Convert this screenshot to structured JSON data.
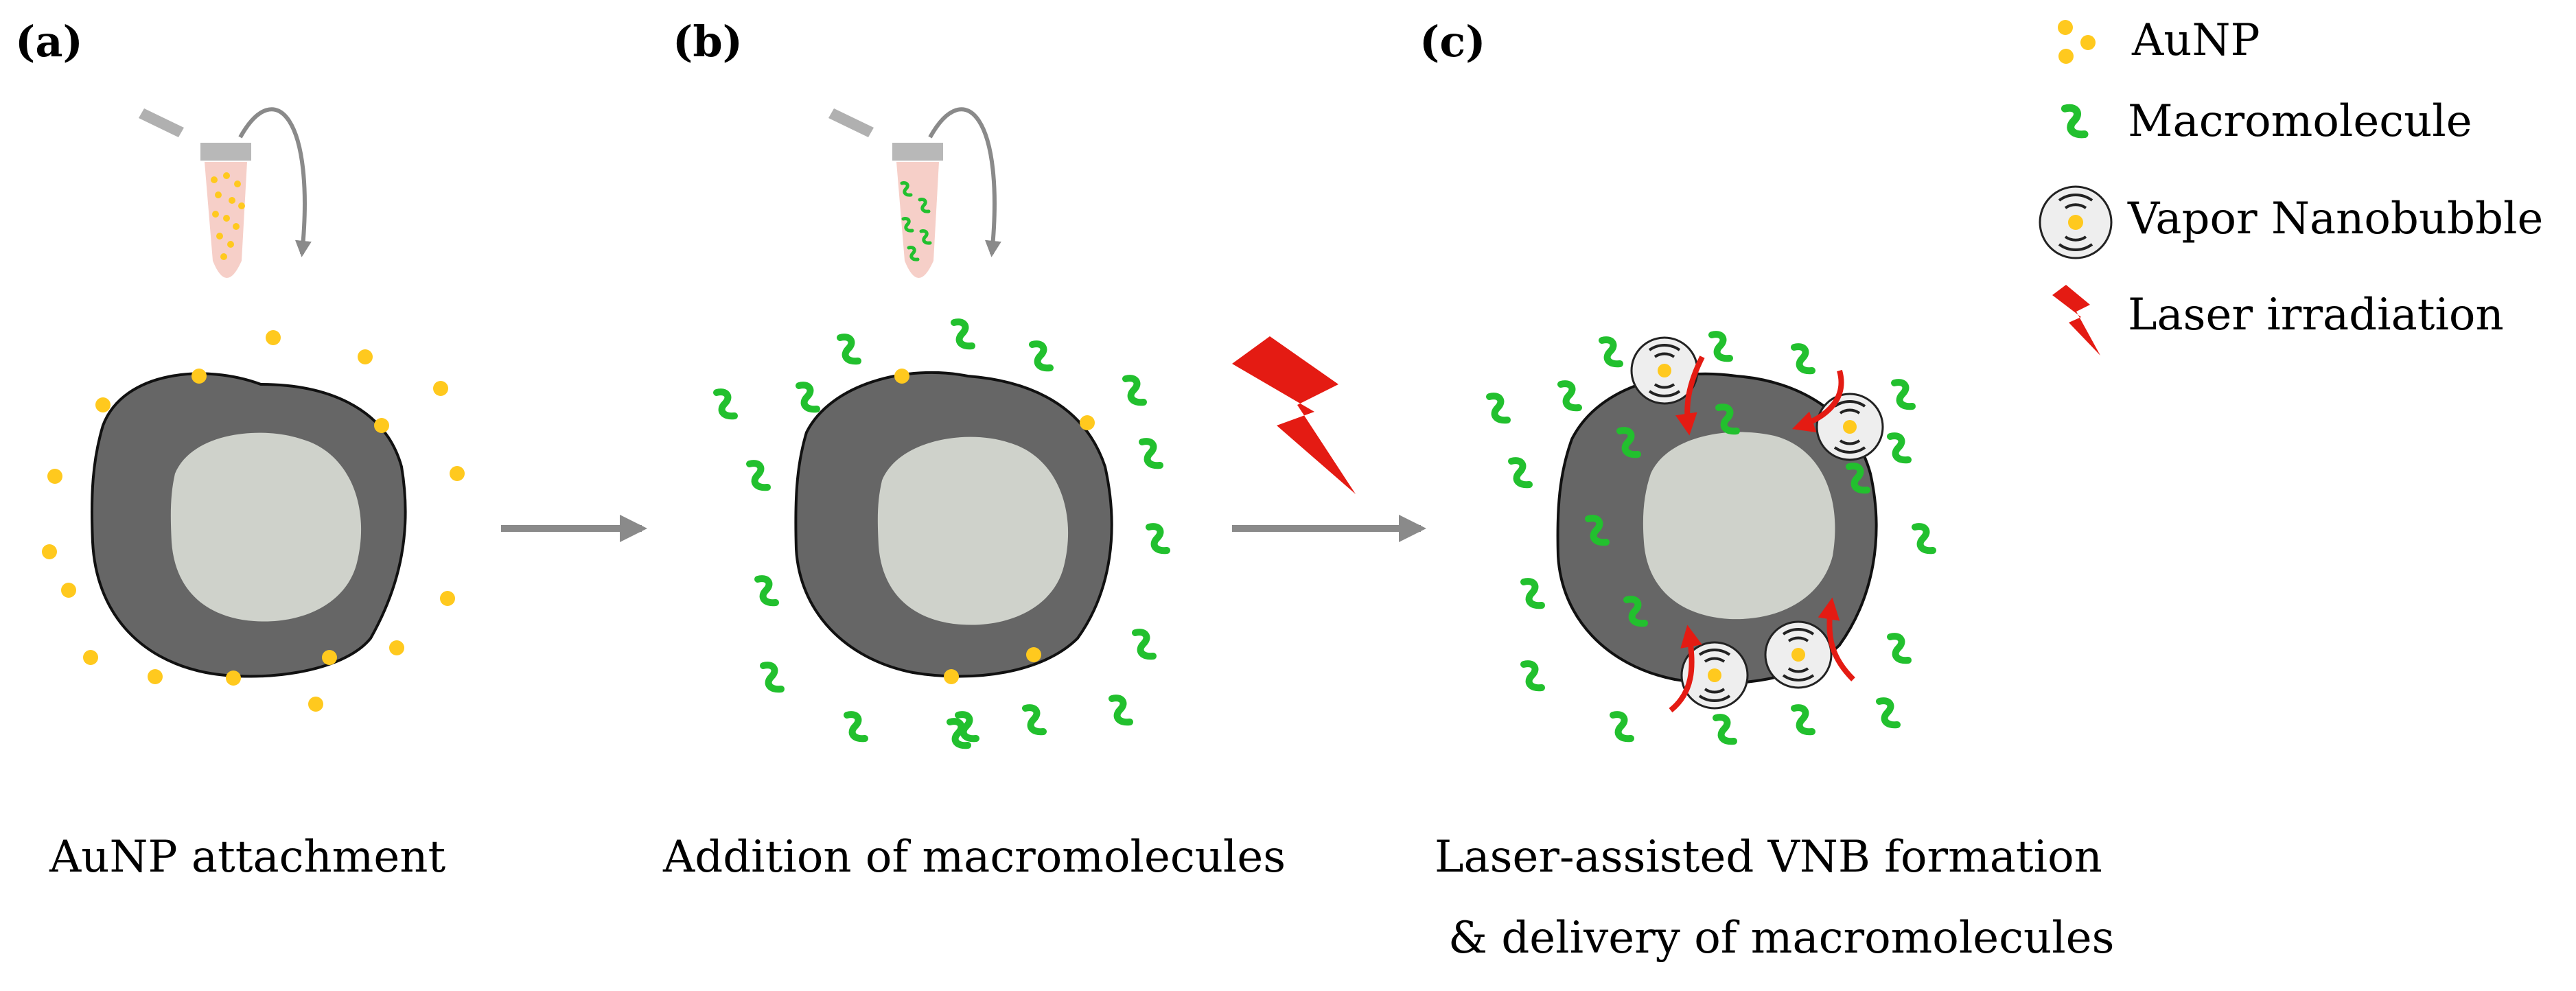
{
  "panels": [
    {
      "id": "(a)",
      "caption": "AuNP attachment"
    },
    {
      "id": "(b)",
      "caption": "Addition of macromolecules"
    },
    {
      "id": "(c)",
      "caption_line1": "Laser-assisted VNB formation",
      "caption_line2": "& delivery of macromolecules"
    }
  ],
  "legend": {
    "items": [
      {
        "label": "AuNP",
        "icon": "aunp-dots-icon"
      },
      {
        "label": "Macromolecule",
        "icon": "macromolecule-squiggle-icon"
      },
      {
        "label": "Vapor Nanobubble",
        "icon": "vapor-nanobubble-icon"
      },
      {
        "label": "Laser irradiation",
        "icon": "laser-bolt-icon"
      }
    ]
  },
  "colors": {
    "aunp": "#FFC91E",
    "macromolecule": "#22C02E",
    "cell_outer": "#666666",
    "nucleus": "#CFD2CB",
    "arrow": "#8A8A8A",
    "laser": "#E41B13",
    "tube_pink": "#F6CFC8",
    "tube_cap": "#B8B8B8"
  }
}
